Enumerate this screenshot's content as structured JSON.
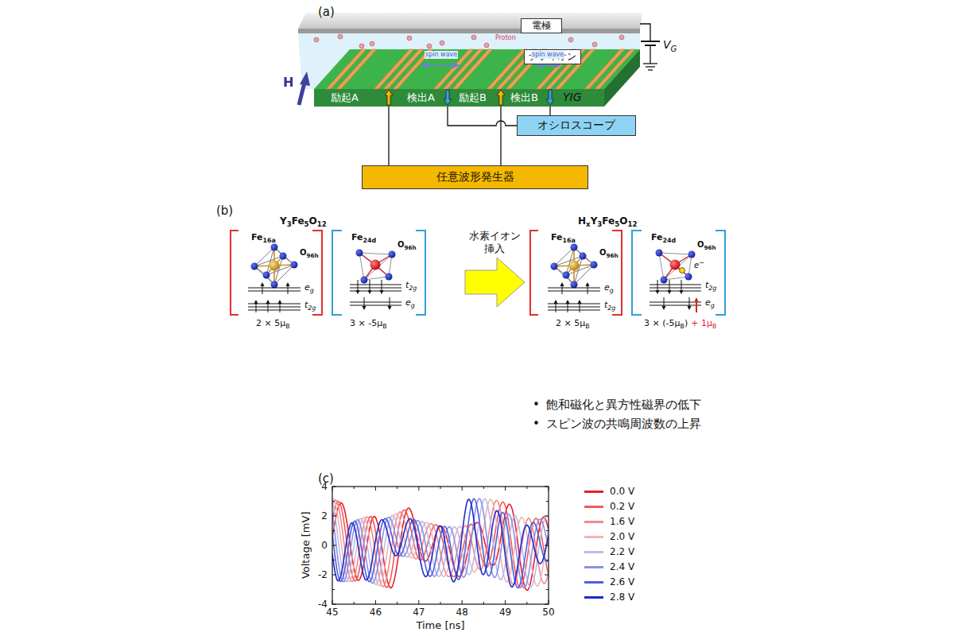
{
  "diagram": {
    "nodes": [
      {
        "text": [
          "電極"
        ]
      },
      {
        "text": [
          "ナフィオン"
        ]
      },
      {
        "text": [
          "オシロスコープ"
        ]
      },
      {
        "text": [
          "任意波形発生器"
        ]
      }
    ],
    "labels": [
      "(a)",
      "Proton",
      "spin wave",
      "spin wave",
      "H",
      "V",
      "G",
      "励起A",
      "検出A",
      "励起B",
      "検出B",
      "YIG",
      "(b)",
      "Y",
      "3",
      "Fe",
      "5",
      "O",
      "12",
      "Fe",
      "16a",
      "O",
      "96h",
      "e",
      "g",
      "t",
      "2g",
      "2 × 5μ",
      "B",
      "Fe",
      "24d",
      "O",
      "96h",
      "t",
      "2g",
      "e",
      "g",
      "3 × -5μ",
      "B",
      "水素イオン 挿入",
      "H",
      "x",
      "Y",
      "3",
      "Fe",
      "5",
      "O",
      "12",
      "Fe",
      "16a",
      "O",
      "96h",
      "e",
      "g",
      "t",
      "2g",
      "2 × 5μ",
      "B",
      "Fe",
      "24d",
      "O",
      "96h",
      "e",
      "−",
      "t",
      "2g",
      "e",
      "g",
      "3 × (-5μ",
      "B",
      ")",
      "+ 1μ",
      "B",
      "•",
      "飽和磁化と異方性磁界の低下",
      "•",
      "スピン波の共鳴周波数の上昇",
      "(c)",
      "4",
      "2",
      "0",
      "-2",
      "-4",
      "Voltage [mV]",
      "45",
      "46",
      "47",
      "48",
      "49",
      "50",
      "Time [ns]"
    ],
    "legend": [
      {
        "text": "0.0 V",
        "color": "#e8202a"
      },
      {
        "text": "0.2 V",
        "color": "#ee5a5a"
      },
      {
        "text": "1.6 V",
        "color": "#f08a8a"
      },
      {
        "text": "2.0 V",
        "color": "#f0b4b4"
      },
      {
        "text": "2.2 V",
        "color": "#b8bdec"
      },
      {
        "text": "2.4 V",
        "color": "#8a92e6"
      },
      {
        "text": "2.6 V",
        "color": "#5060dc"
      },
      {
        "text": "2.8 V",
        "color": "#1c2ad0"
      }
    ]
  }
}
